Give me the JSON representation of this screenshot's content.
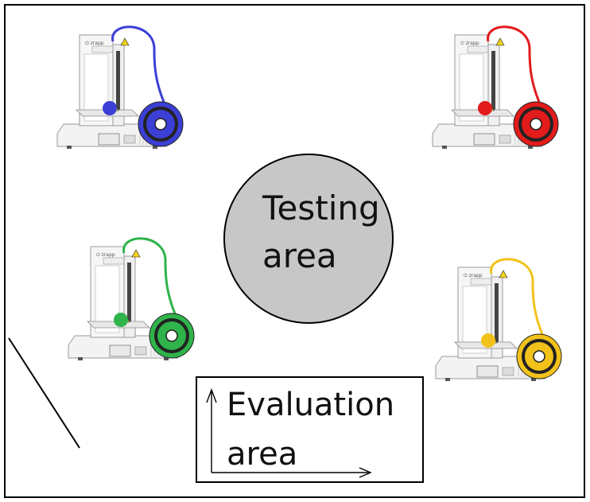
{
  "testing_area": {
    "line1": "Testing",
    "line2": "area"
  },
  "evaluation_area": {
    "line1": "Evaluation",
    "line2": "area"
  },
  "printers": [
    {
      "position": "top-left",
      "filament_color": "#3b3fd6",
      "icon": "3d-printer-icon"
    },
    {
      "position": "top-right",
      "filament_color": "#e21b1b",
      "icon": "3d-printer-icon"
    },
    {
      "position": "bottom-left",
      "filament_color": "#2fb34a",
      "icon": "3d-printer-icon"
    },
    {
      "position": "bottom-right",
      "filament_color": "#f2c21a",
      "icon": "3d-printer-icon"
    }
  ],
  "colors": {
    "circle_fill": "#c7c7c7",
    "stroke": "#000000"
  }
}
